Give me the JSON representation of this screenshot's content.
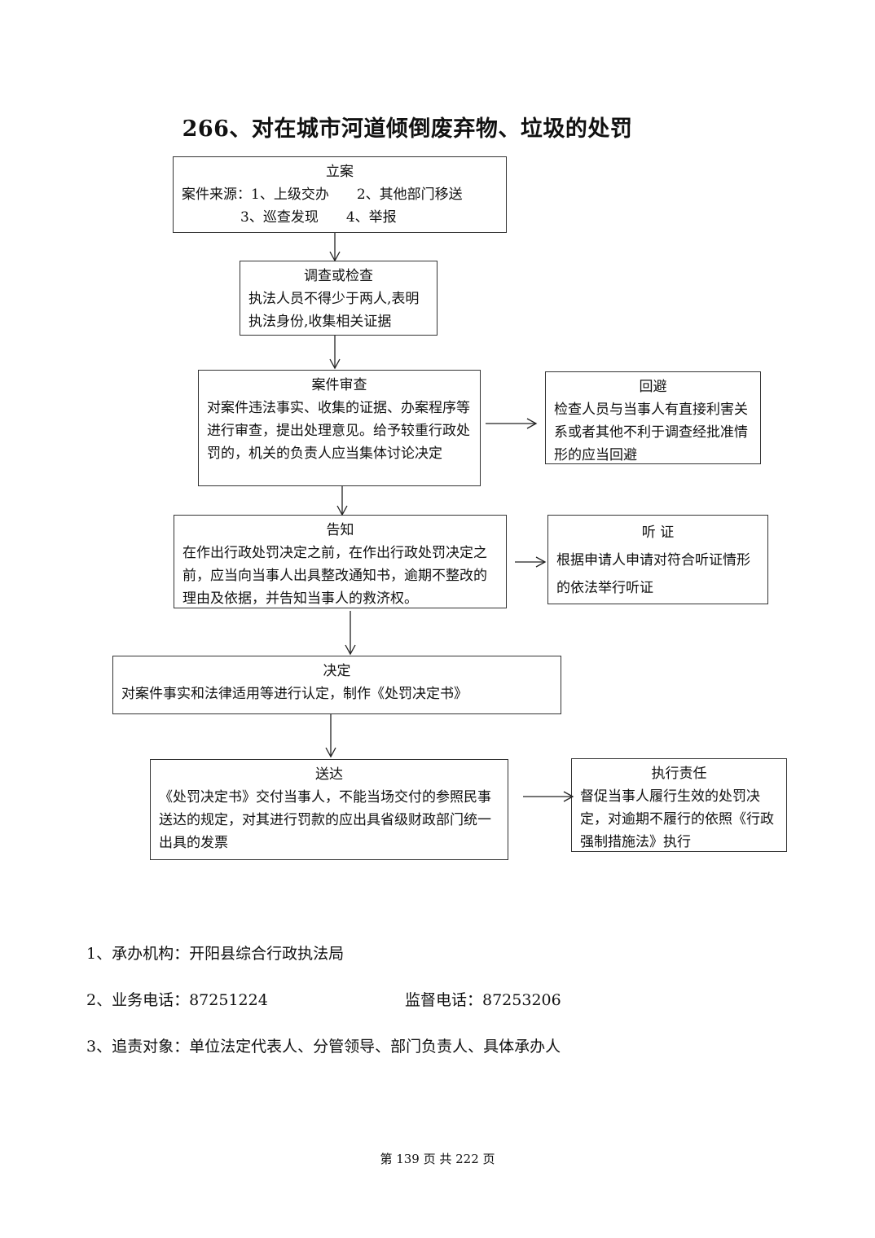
{
  "title": "266、对在城市河道倾倒废弃物、垃圾的处罚",
  "steps": {
    "lian": {
      "title": "立案",
      "line1": "案件来源：1、上级交办　　2、其他部门移送",
      "line2": "3、巡查发现　　4、举报"
    },
    "diaocha": {
      "title": "调查或检查",
      "body": "执法人员不得少于两人,表明执法身份,收集相关证据"
    },
    "shencha": {
      "title": "案件审查",
      "body": "对案件违法事实、收集的证据、办案程序等进行审查，提出处理意见。给予较重行政处罚的，机关的负责人应当集体讨论决定"
    },
    "huibi": {
      "title": "回避",
      "body": "检查人员与当事人有直接利害关系或者其他不利于调查经批准情形的应当回避"
    },
    "gaozhi": {
      "title": "告知",
      "body": "在作出行政处罚决定之前，在作出行政处罚决定之前，应当向当事人出具整改通知书，逾期不整改的理由及依据，并告知当事人的救济权。"
    },
    "tingzheng": {
      "title": "听 证",
      "body": "根据申请人申请对符合听证情形的依法举行听证"
    },
    "jueding": {
      "title": "决定",
      "body": "对案件事实和法律适用等进行认定，制作《处罚决定书》"
    },
    "songda": {
      "title": "送达",
      "body": "《处罚决定书》交付当事人，不能当场交付的参照民事送达的规定，对其进行罚款的应出具省级财政部门统一出具的发票"
    },
    "zhixing": {
      "title": "执行责任",
      "body": "督促当事人履行生效的处罚决定，对逾期不履行的依照《行政强制措施法》执行"
    }
  },
  "info": {
    "agency": "1、承办机构：开阳县综合行政执法局",
    "phone": "2、业务电话：87251224",
    "supervise": "监督电话：87253206",
    "accountability": "3、追责对象：单位法定代表人、分管领导、部门负责人、具体承办人"
  },
  "footer": "第 139 页 共 222 页"
}
